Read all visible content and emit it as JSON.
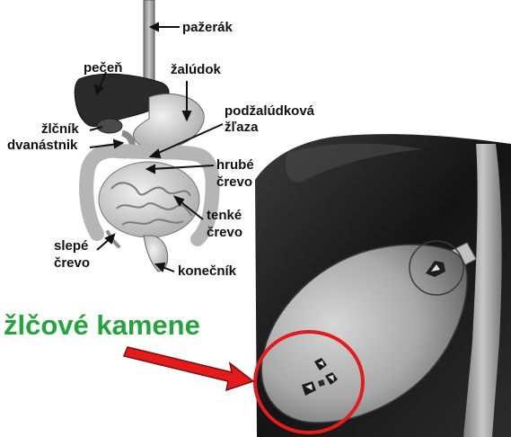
{
  "anatomy_labels": {
    "pazerak": "pažerák",
    "pecen": "pečeň",
    "zaludok": "žalúdok",
    "podzaludkova_1": "podžalúdková",
    "podzaludkova_2": "žľaza",
    "zlcnik": "žlčník",
    "dvanastnik": "dvanástnik",
    "hrube_1": "hrubé",
    "hrube_2": "črevo",
    "tenke_1": "tenké",
    "tenke_2": "črevo",
    "slepe_1": "slepé",
    "slepe_2": "črevo",
    "konecnik": "konečník"
  },
  "gallstones_title": "žlčové kamene",
  "colors": {
    "title": "#22a53a",
    "highlight_circle": "#e31b1b",
    "arrow": "#e31b1b",
    "liver": "#1c1c1c",
    "gallbladder": "#9a9a9a"
  }
}
